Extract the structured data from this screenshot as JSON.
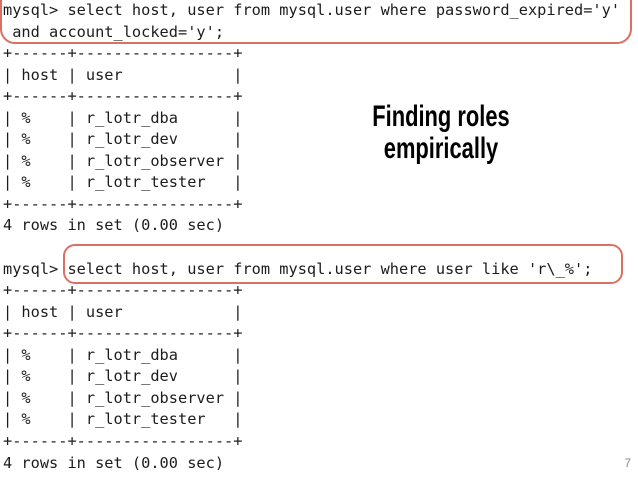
{
  "slide": {
    "title": {
      "line1": "Finding roles",
      "line2": "empirically"
    },
    "page_number": "7"
  },
  "colors": {
    "background": "#ffffff",
    "terminal_text": "#1c1c1c",
    "title_text": "#000000",
    "annotation_highlight": "#dc7060",
    "page_number": "#8a8a8a"
  },
  "terminal": {
    "block1": {
      "prompt": "mysql>",
      "query": "select host, user from mysql.user where password_expired='y' and account_locked='y';",
      "lines": [
        "mysql> select host, user from mysql.user where password_expired='y'",
        " and account_locked='y';",
        "+------+-----------------+",
        "| host | user            |",
        "+------+-----------------+",
        "| %    | r_lotr_dba      |",
        "| %    | r_lotr_dev      |",
        "| %    | r_lotr_observer |",
        "| %    | r_lotr_tester   |",
        "+------+-----------------+",
        "4 rows in set (0.00 sec)"
      ],
      "result_table": {
        "columns": [
          "host",
          "user"
        ],
        "rows": [
          [
            "%",
            "r_lotr_dba"
          ],
          [
            "%",
            "r_lotr_dev"
          ],
          [
            "%",
            "r_lotr_observer"
          ],
          [
            "%",
            "r_lotr_tester"
          ]
        ],
        "status": "4 rows in set (0.00 sec)"
      }
    },
    "block2": {
      "prompt": "mysql>",
      "query": "select host, user from mysql.user where user like 'r\\_%';",
      "lines": [
        "mysql> select host, user from mysql.user where user like 'r\\_%';",
        "+------+-----------------+",
        "| host | user            |",
        "+------+-----------------+",
        "| %    | r_lotr_dba      |",
        "| %    | r_lotr_dev      |",
        "| %    | r_lotr_observer |",
        "| %    | r_lotr_tester   |",
        "+------+-----------------+",
        "4 rows in set (0.00 sec)"
      ],
      "result_table": {
        "columns": [
          "host",
          "user"
        ],
        "rows": [
          [
            "%",
            "r_lotr_dba"
          ],
          [
            "%",
            "r_lotr_dev"
          ],
          [
            "%",
            "r_lotr_observer"
          ],
          [
            "%",
            "r_lotr_tester"
          ]
        ],
        "status": "4 rows in set (0.00 sec)"
      }
    }
  }
}
